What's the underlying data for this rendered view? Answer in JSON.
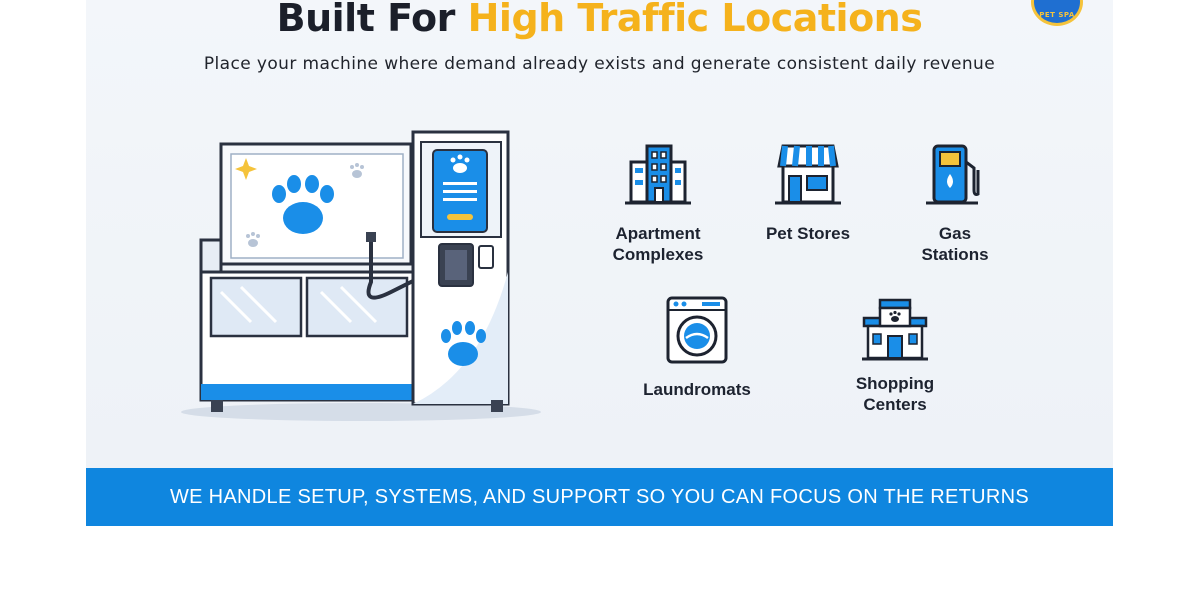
{
  "header": {
    "title_part1": "Built For",
    "title_part2": "High Traffic Locations",
    "subtitle": "Place your machine where demand already exists and generate consistent daily revenue"
  },
  "brand": {
    "logo_text": "PET SPA"
  },
  "locations": [
    {
      "label": "Apartment\nComplexes",
      "icon": "apartment-building-icon"
    },
    {
      "label": "Pet Stores",
      "icon": "storefront-icon"
    },
    {
      "label": "Gas\nStations",
      "icon": "gas-pump-icon"
    },
    {
      "label": "Laundromats",
      "icon": "washing-machine-icon"
    },
    {
      "label": "Shopping\nCenters",
      "icon": "shopping-center-icon"
    }
  ],
  "footer": {
    "text": "WE HANDLE SETUP, SYSTEMS, AND SUPPORT SO YOU CAN FOCUS ON THE RETURNS"
  },
  "colors": {
    "accent_yellow": "#f5b21c",
    "brand_blue": "#0f86df",
    "ink": "#1b1f2a",
    "background": "#f0f4f8"
  }
}
